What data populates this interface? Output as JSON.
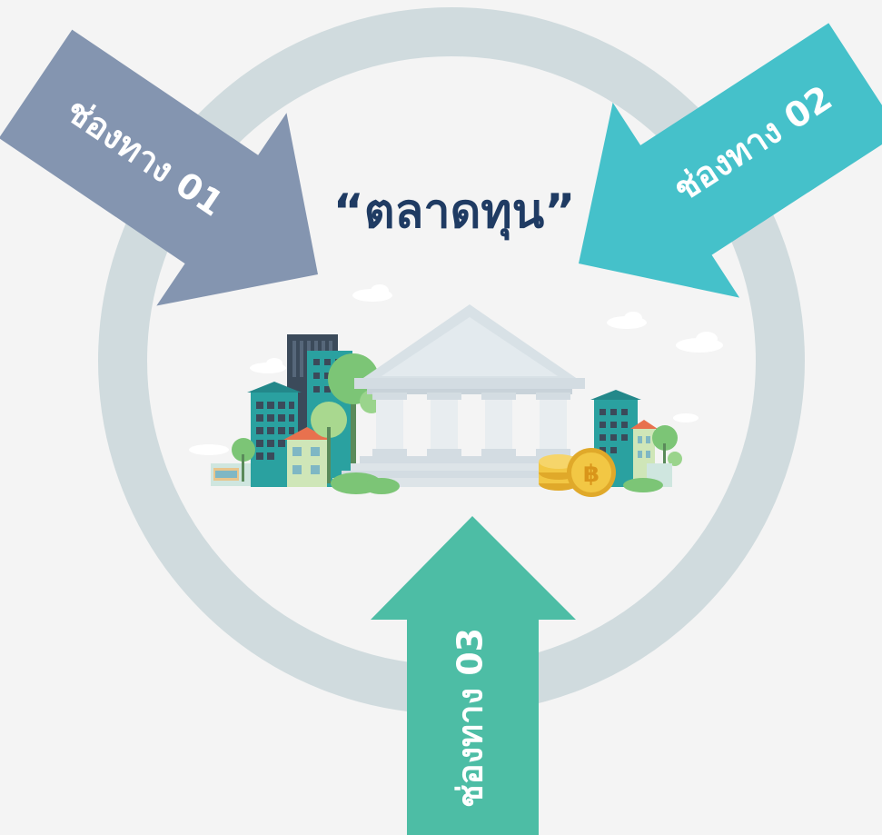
{
  "title": "“ตลาดทุน”",
  "colors": {
    "background": "#f4f4f4",
    "ring": "#d0dbde",
    "title": "#1f3b63",
    "channel_01": "#8495b0",
    "channel_02": "#45c1ca",
    "channel_03": "#4dbda5",
    "buildings_teal": "#2aa1a0",
    "buildings_dark": "#3b4a5a",
    "trees": "#7cc576",
    "coins": "#f2c744"
  },
  "channels": [
    {
      "label": "ช่องทาง 01"
    },
    {
      "label": "ช่องทาง 02"
    },
    {
      "label": "ช่องทาง 03"
    }
  ],
  "illustration": {
    "icon": "capital-market-city-icon",
    "currency_symbol": "฿"
  }
}
